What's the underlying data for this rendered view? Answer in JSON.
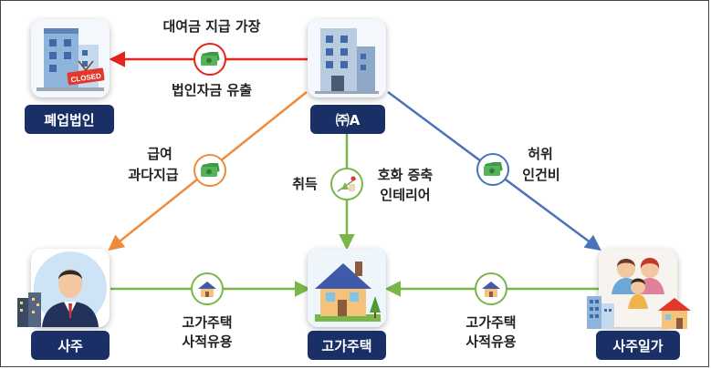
{
  "nodes": {
    "closed_company": {
      "label": "폐업법인",
      "sign": "CLOSED"
    },
    "company_a": {
      "label": "㈜A"
    },
    "owner": {
      "label": "사주"
    },
    "luxury_house": {
      "label": "고가주택"
    },
    "family": {
      "label": "사주일가"
    }
  },
  "flows": {
    "loan": {
      "top": "대여금 지급 가장",
      "bottom": "법인자금 유출"
    },
    "salary": {
      "line1": "급여",
      "line2": "과다지급"
    },
    "acquire": {
      "label": "취득",
      "right1": "호화 증축",
      "right2": "인테리어"
    },
    "fake_labor": {
      "line1": "허위",
      "line2": "인건비"
    },
    "owner_use": {
      "line1": "고가주택",
      "line2": "사적유용"
    },
    "family_use": {
      "line1": "고가주택",
      "line2": "사적유용"
    }
  },
  "colors": {
    "red": "#e5231b",
    "orange": "#ef8a3c",
    "green": "#7ab648",
    "blue": "#4a72b8",
    "navy": "#1a2f66"
  },
  "icons": [
    "money-icon",
    "house-icon",
    "renovation-icon",
    "building-icon",
    "person-icon",
    "family-icon",
    "closed-building-icon"
  ]
}
